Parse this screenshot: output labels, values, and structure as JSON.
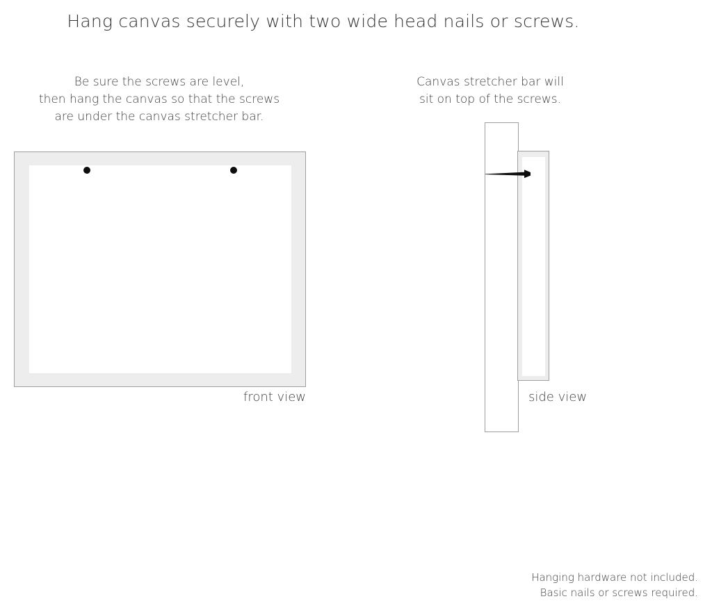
{
  "headline": "Hang canvas securely with two wide head nails or screws.",
  "captions": {
    "left": {
      "line1": "Be sure the screws are level,",
      "line2": "then hang the canvas so that the screws",
      "line3": "are under the canvas stretcher bar."
    },
    "right": {
      "line1": "Canvas stretcher bar will",
      "line2": "sit on top of the screws."
    }
  },
  "diagrams": {
    "front": {
      "label": "front view",
      "screw_count": 2
    },
    "side": {
      "label": "side view"
    }
  },
  "footer": {
    "line1": "Hanging hardware not included.",
    "line2": "Basic nails or screws required."
  },
  "colors": {
    "frame_fill": "#ededed",
    "frame_border": "#9e9e9e",
    "canvas_fill": "#ffffff",
    "screw": "#0d0d0d",
    "text": "#3d3d3d",
    "background": "#ffffff"
  }
}
